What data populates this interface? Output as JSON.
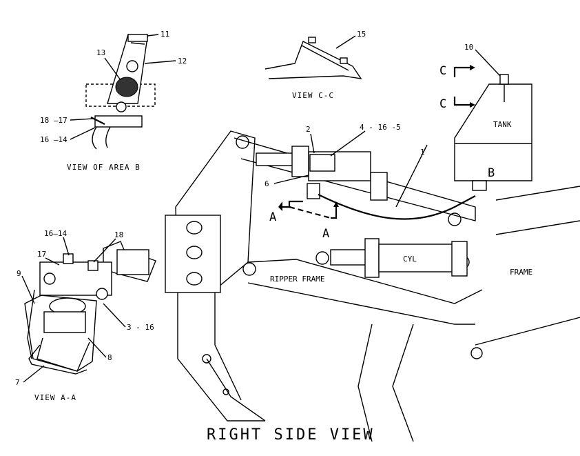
{
  "callouts": {
    "c1": "1",
    "c2": "2",
    "c4_16_5": "4 - 16 -5",
    "c6": "6",
    "c7": "7",
    "c8": "8",
    "c9": "9",
    "c10": "10",
    "c11": "11",
    "c12": "12",
    "c13": "13",
    "c15": "15",
    "c16_14_b": "16 —14",
    "c18_17": "18 —17",
    "c16_14_a": "16—14",
    "c17": "17",
    "c18": "18",
    "c3_16": "3 - 16"
  },
  "section_marks": {
    "a_left": "A",
    "a_right": "A",
    "b": "B",
    "c_top": "C",
    "c_bottom": "C"
  },
  "components": {
    "tank": "TANK",
    "cyl": "CYL",
    "ripper_frame": "RIPPER FRAME",
    "frame": "FRAME"
  },
  "views": {
    "area_b": "VIEW OF AREA B",
    "c_c": "VIEW C-C",
    "a_a": "VIEW A-A",
    "main": "RIGHT SIDE VIEW"
  }
}
